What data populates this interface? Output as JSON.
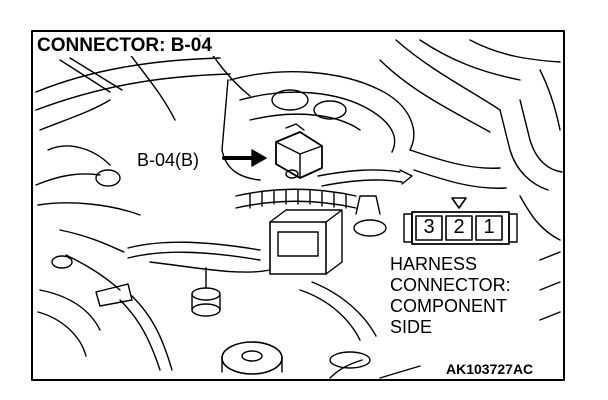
{
  "diagram": {
    "title": "CONNECTOR: B-04",
    "callout_label": "B-04(B)",
    "harness_label_lines": [
      "HARNESS",
      "CONNECTOR:",
      "COMPONENT",
      "SIDE"
    ],
    "figure_code": "AK103727AC",
    "connector_pins": [
      "3",
      "2",
      "1"
    ]
  },
  "colors": {
    "line": "#000000",
    "background": "#ffffff"
  },
  "icons": {
    "callout_arrow": "right-arrow-icon",
    "pin_marker": "down-triangle-icon"
  }
}
